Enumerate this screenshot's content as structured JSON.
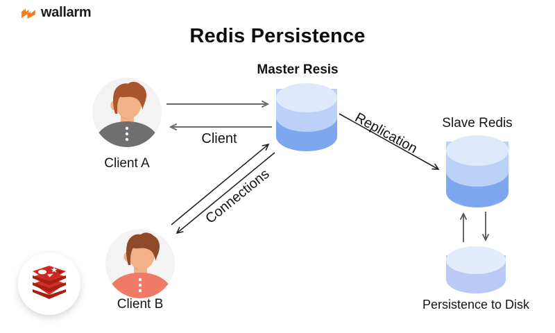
{
  "brand": {
    "name": "wallarm"
  },
  "title": "Redis Persistence",
  "nodes": {
    "master": {
      "label": "Master Resis",
      "type": "redis-database"
    },
    "slave": {
      "label": "Slave Redis",
      "type": "redis-database"
    },
    "disk": {
      "label": "Persistence to Disk",
      "type": "disk"
    },
    "client_a": {
      "label": "Client A",
      "type": "person"
    },
    "client_b": {
      "label": "Client B",
      "type": "person"
    }
  },
  "edges": {
    "client_word": "Client",
    "connections_word": "Connections",
    "replication": "Replication",
    "client_a_master": "bidirectional",
    "client_b_master": "bidirectional",
    "slave_disk": "bidirectional"
  },
  "icons": {
    "brand": "wallarm-bolts-icon",
    "database": "database-cylinder-icon",
    "client": "person-avatar-icon",
    "redis": "redis-stack-icon"
  },
  "colors": {
    "accent_orange": "#F57D20",
    "db_top": "#DFE9FC",
    "db_mid": "#BCD1F8",
    "db_bottom": "#7FA7F0",
    "disk_band": "#BAC9F6",
    "redis_red": "#D03028",
    "redis_red_dark": "#A51F12",
    "shirt_a": "#6F6F6F",
    "shirt_b": "#EF7A66",
    "skin": "#F2B189",
    "arrow_gray": "#6A6A6A",
    "arrow_dark": "#222222"
  }
}
